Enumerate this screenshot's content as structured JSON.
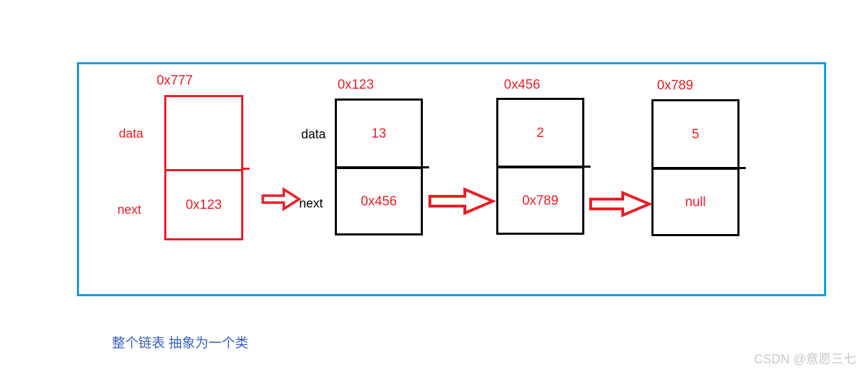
{
  "diagram": {
    "container": {
      "name": "linked-list-class-box",
      "border_color": "#0d9de0"
    },
    "colors": {
      "red": "#ec1c24",
      "black": "#000000",
      "blue_border": "#0d9de0",
      "caption_blue": "#3a5fc8",
      "watermark_gray": "#c9c9c9"
    },
    "nodes": [
      {
        "address": "0x777",
        "data_label": "data",
        "next_label": "next",
        "data_value": "",
        "next_value": "0x123",
        "stroke": "red"
      },
      {
        "address": "0x123",
        "data_label": "data",
        "next_label": "next",
        "data_value": "13",
        "next_value": "0x456",
        "stroke": "black"
      },
      {
        "address": "0x456",
        "data_label": "",
        "next_label": "",
        "data_value": "2",
        "next_value": "0x789",
        "stroke": "black"
      },
      {
        "address": "0x789",
        "data_label": "",
        "next_label": "",
        "data_value": "5",
        "next_value": "null",
        "stroke": "black"
      }
    ],
    "arrows": [
      {
        "name": "arrow-head-to-node1",
        "from": "0x777",
        "to": "0x123"
      },
      {
        "name": "arrow-node1-to-node2",
        "from": "0x123",
        "to": "0x456"
      },
      {
        "name": "arrow-node2-to-node3",
        "from": "0x456",
        "to": "0x789"
      }
    ]
  },
  "caption": "整个链表 抽象为一个类",
  "watermark": "CSDN @意愿三七"
}
